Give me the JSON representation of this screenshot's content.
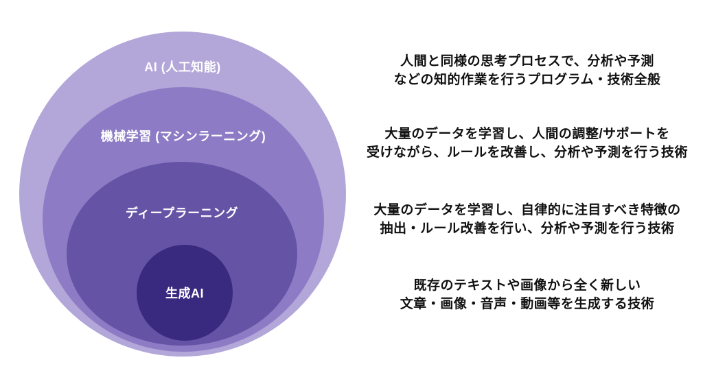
{
  "diagram": {
    "title": "AI nested concepts venn diagram",
    "background_color": "#ffffff",
    "label_text_color": "#ffffff",
    "description_text_color": "#111111",
    "layers": [
      {
        "id": "ai",
        "label": "AI (人工知能)",
        "color": "#b3a6d9",
        "desc": [
          "人間と同様の思考プロセスで、分析や予測",
          "などの知的作業を行うプログラム・技術全般"
        ]
      },
      {
        "id": "machine-learning",
        "label": "機械学習 (マシンラーニング)",
        "color": "#8d7cc5",
        "desc": [
          "大量のデータを学習し、人間の調整/サポートを",
          "受けながら、ルールを改善し、分析や予測を行う技術"
        ]
      },
      {
        "id": "deep-learning",
        "label": "ディープラーニング",
        "color": "#6553a5",
        "desc": [
          "大量のデータを学習し、自律的に注目すべき特徴の",
          "抽出・ルール改善を行い、分析や予測を行う技術"
        ]
      },
      {
        "id": "generative-ai",
        "label": "生成AI",
        "color": "#392a80",
        "desc": [
          "既存のテキストや画像から全く新しい",
          "文章・画像・音声・動画等を生成する技術"
        ]
      }
    ]
  }
}
